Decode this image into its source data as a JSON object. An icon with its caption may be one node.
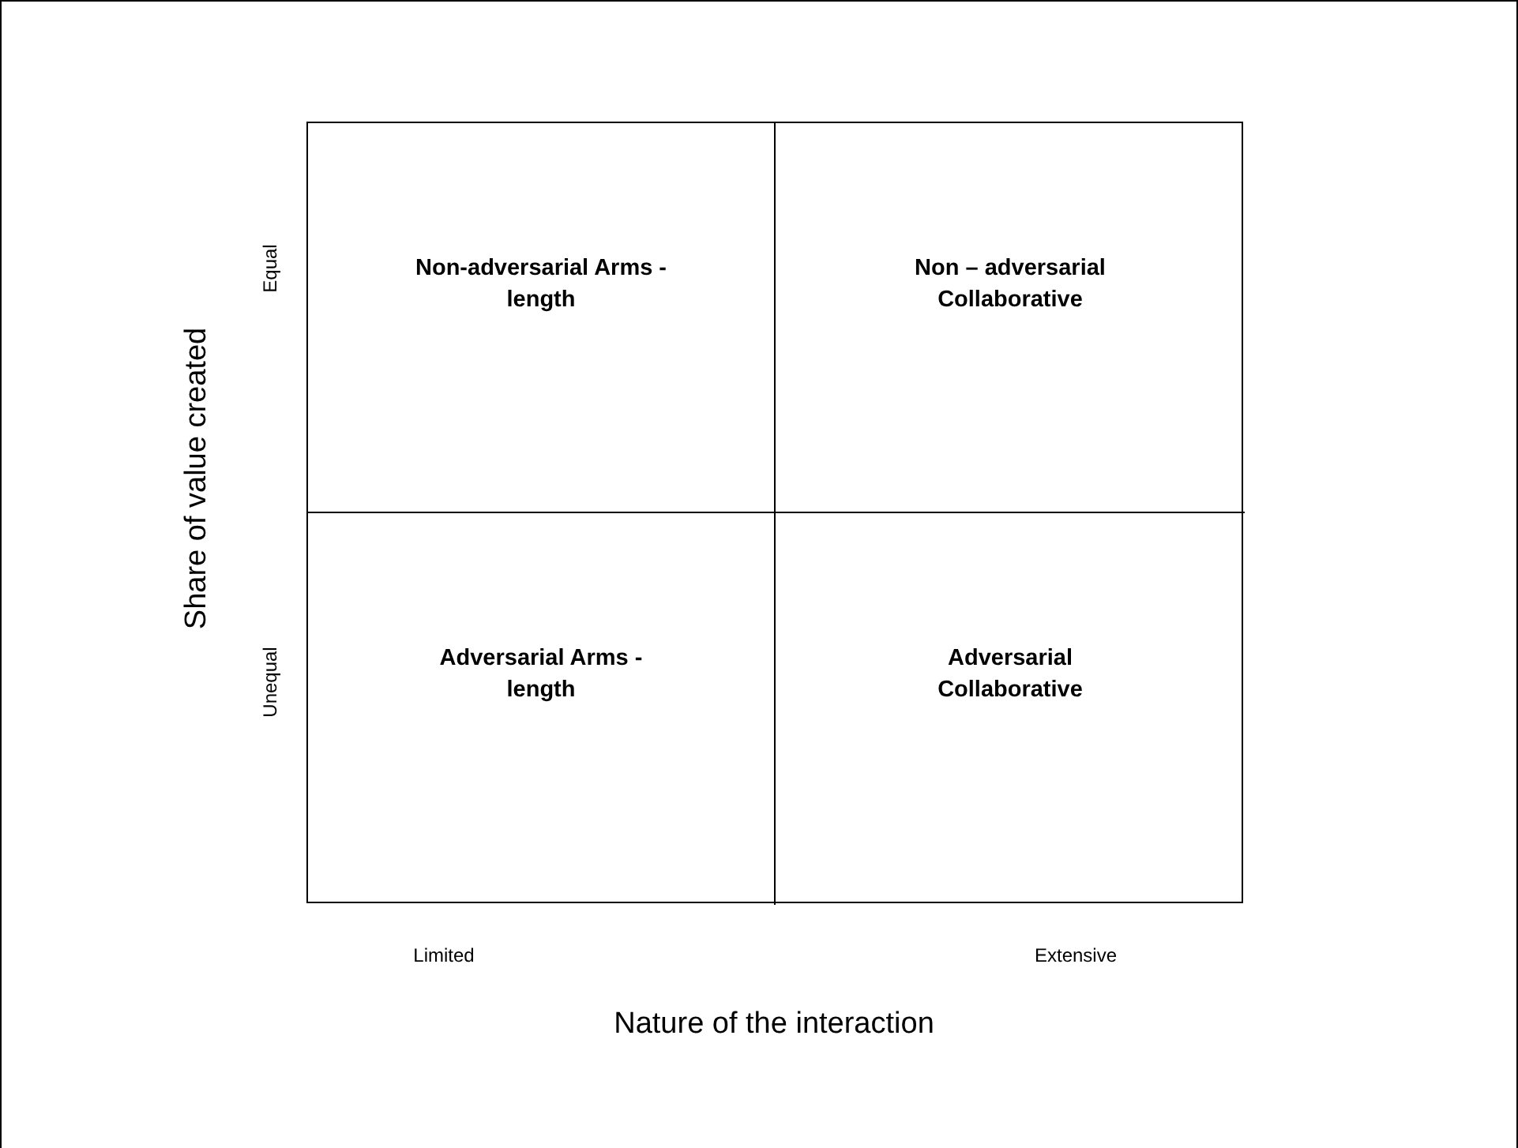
{
  "diagram": {
    "nodes": [
      {
        "text": [
          "Non-adversarial Arms - length"
        ]
      },
      {
        "text": [
          "Non – adversarial Collaborative"
        ]
      },
      {
        "text": [
          "Adversarial Arms - length"
        ]
      },
      {
        "text": [
          "Adversarial Collaborative"
        ]
      }
    ],
    "labels": [
      "Equal",
      "Share of value created",
      "Unequal",
      "Limited",
      "Extensive",
      "Nature of the interaction"
    ]
  }
}
